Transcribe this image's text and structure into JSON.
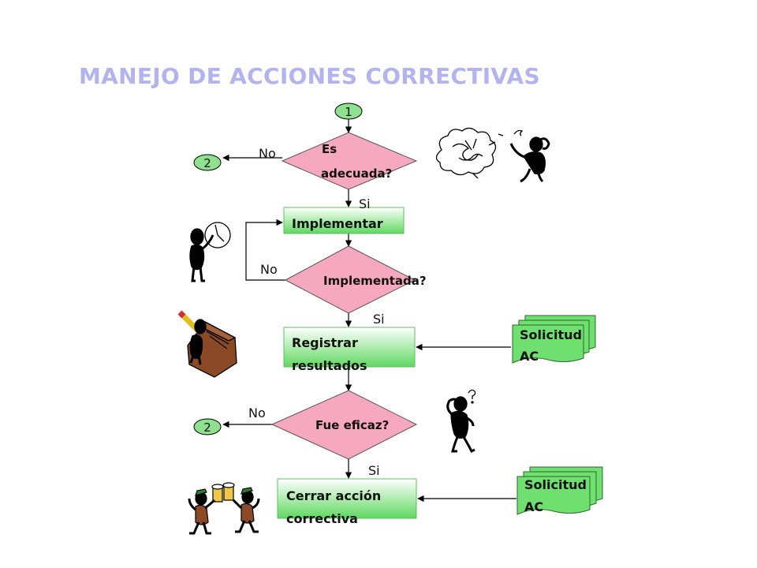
{
  "title": "MANEJO DE ACCIONES CORRECTIVAS",
  "colors": {
    "title": "#b3b3f0",
    "diamond": "#f6a8c0",
    "box_top": "#ffffff",
    "box_bottom": "#5fd85f",
    "circle": "#8fe08f",
    "doc": "#6fe06f",
    "line": "#000000"
  },
  "connectors": {
    "start": "1",
    "out_top": "2",
    "out_bottom": "2"
  },
  "decisions": {
    "adecuada": [
      "Es",
      "adecuada?"
    ],
    "implementada": "Implementada?",
    "eficaz": "Fue eficaz?"
  },
  "processes": {
    "implementar": "Implementar",
    "registrar": [
      "Registrar",
      "resultados"
    ],
    "cerrar": [
      "Cerrar acción",
      "correctiva"
    ]
  },
  "documents": {
    "doc1": [
      "Solicitud",
      "AC"
    ],
    "doc2": [
      "Solicitud",
      "AC"
    ]
  },
  "edge_labels": {
    "no_1": "No",
    "si_1": "Si",
    "no_2": "No",
    "si_2": "Si",
    "no_3": "No",
    "si_3": "Si"
  },
  "clipart": [
    "confused-figure-icon",
    "clock-figure-icon",
    "writing-figure-icon",
    "thinking-figure-icon",
    "celebrating-figures-icon"
  ]
}
